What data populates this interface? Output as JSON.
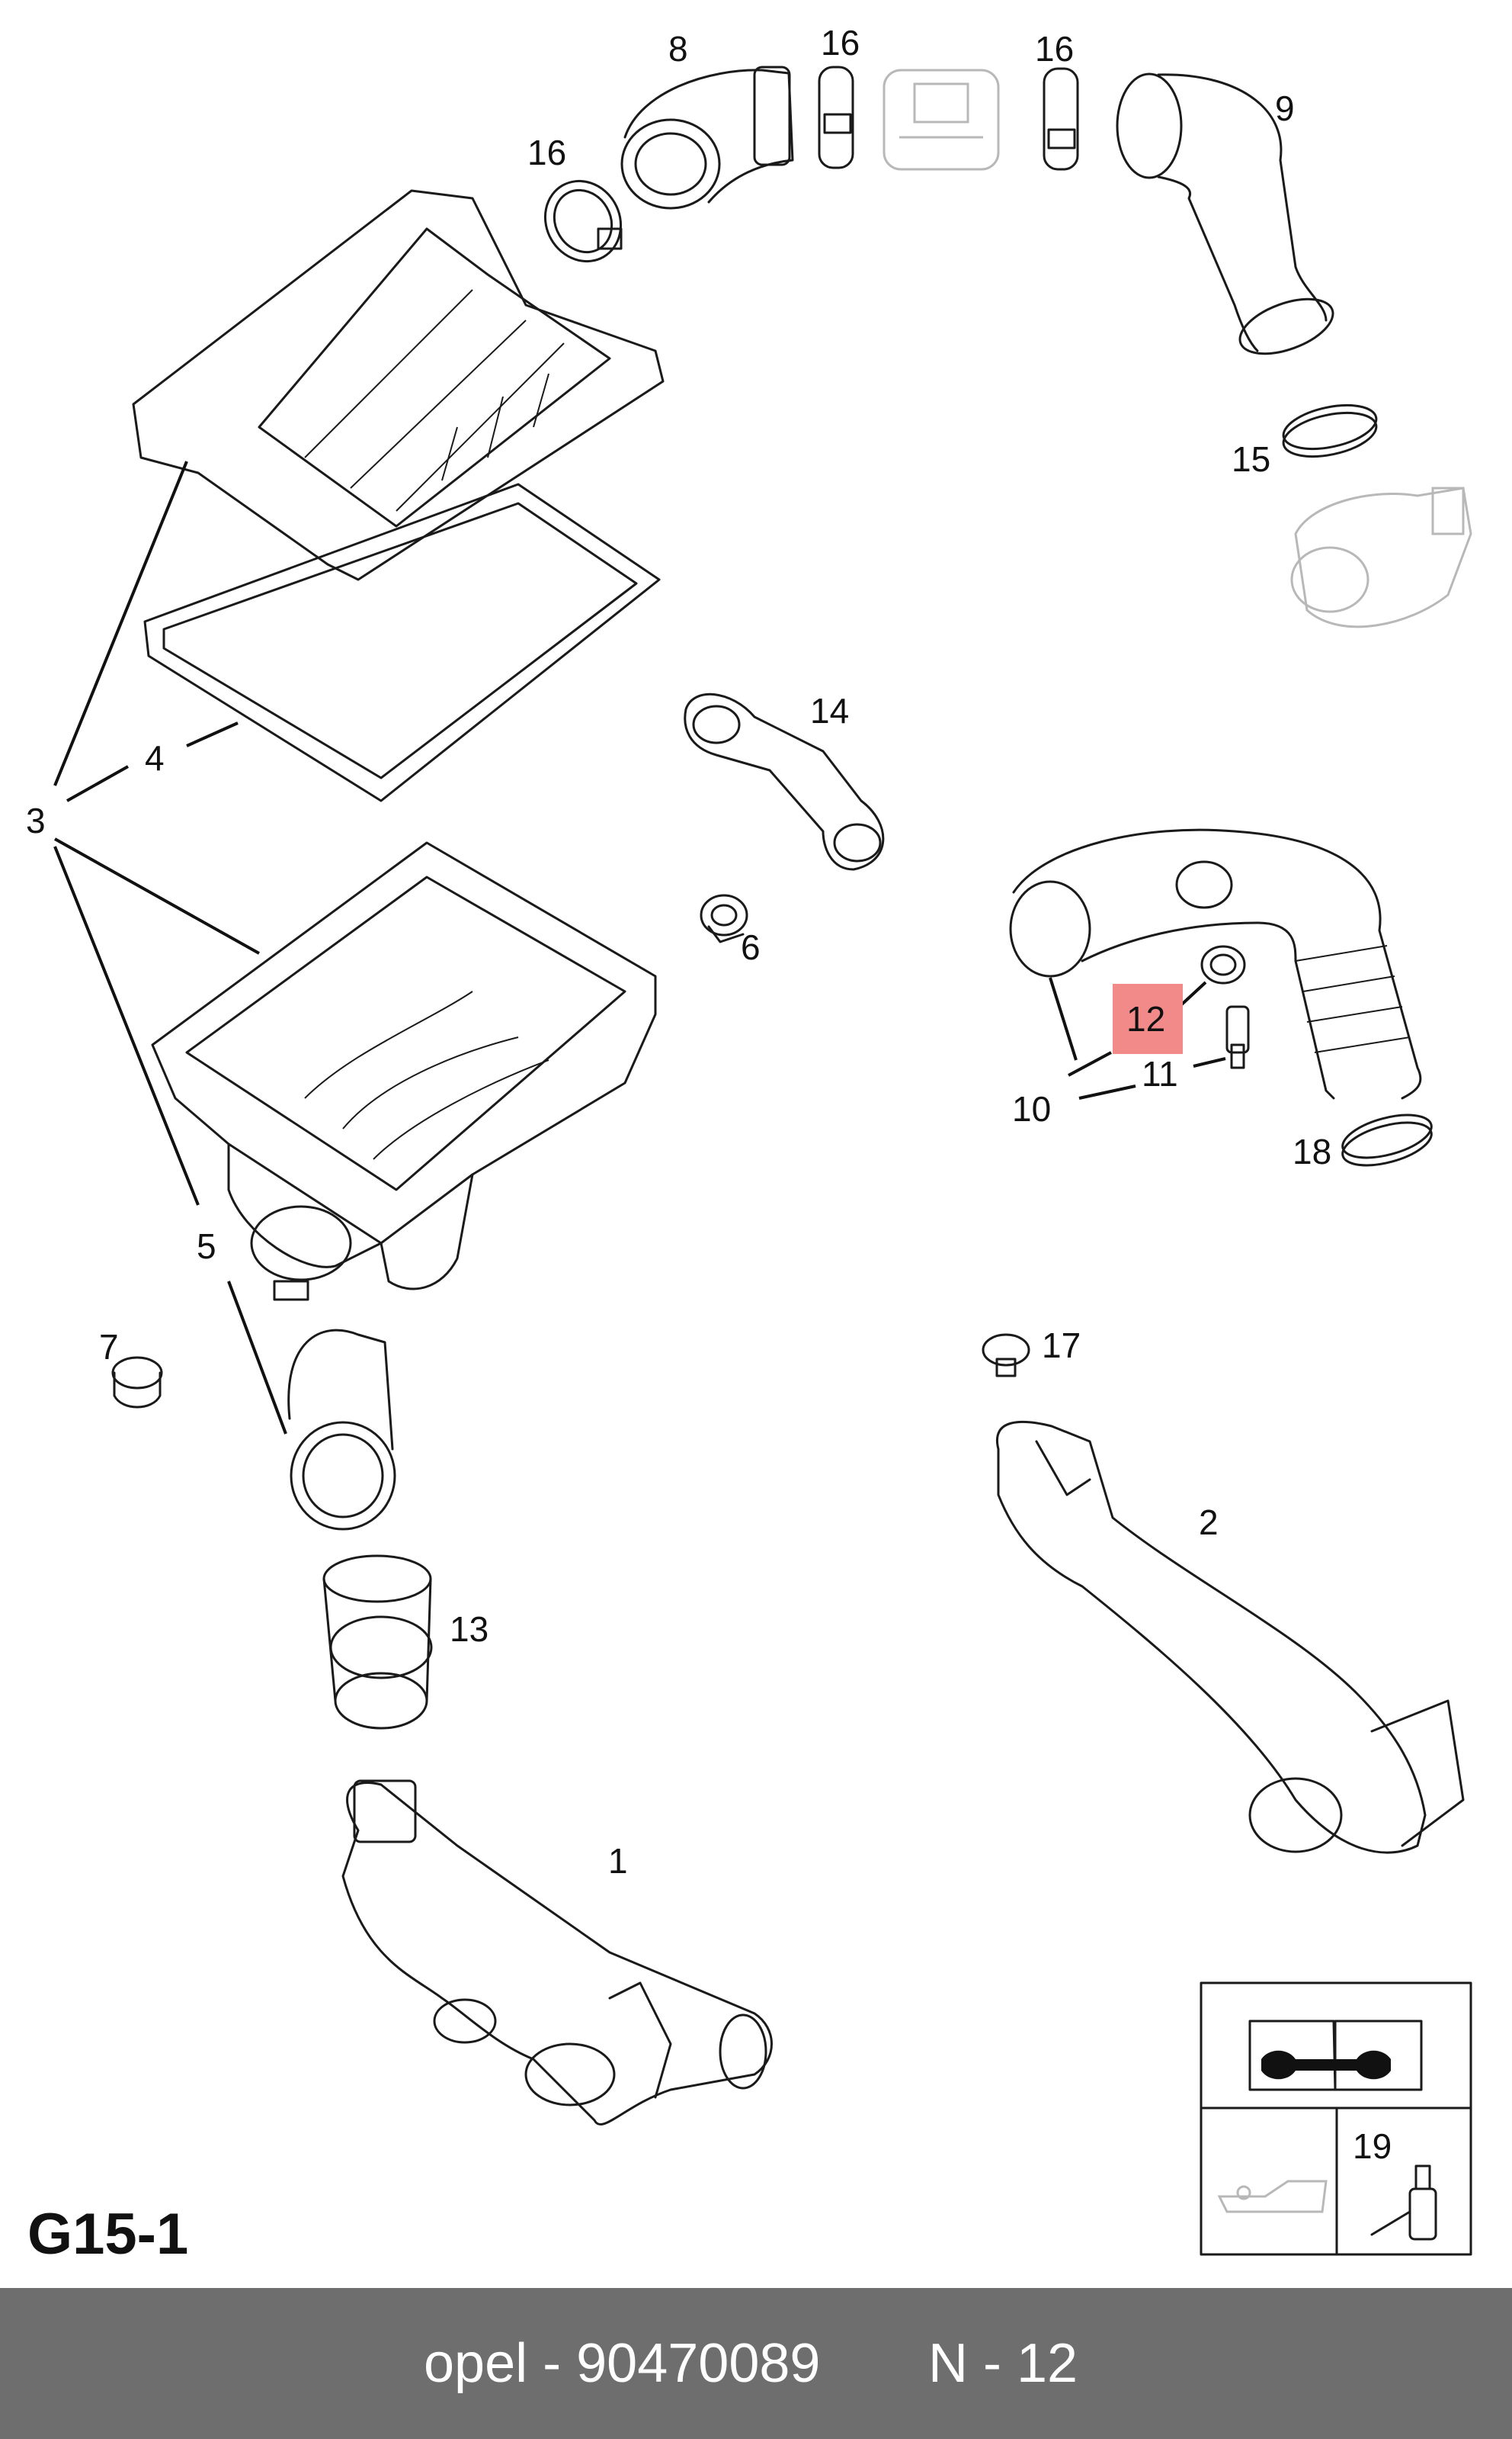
{
  "callouts": {
    "c1": "1",
    "c2": "2",
    "c3": "3",
    "c4": "4",
    "c5": "5",
    "c6": "6",
    "c7": "7",
    "c8": "8",
    "c9": "9",
    "c10": "10",
    "c11": "11",
    "c12": "12",
    "c13": "13",
    "c14": "14",
    "c15": "15",
    "c16a": "16",
    "c16b": "16",
    "c16c": "16",
    "c17": "17",
    "c18": "18",
    "c19": "19"
  },
  "highlight": {
    "callout": "12",
    "color": "#f28a8a"
  },
  "page_code": "G15-1",
  "footer": {
    "part_text": "opel - 90470089",
    "ref_text": "N - 12",
    "background": "#6e6e6e"
  },
  "icons": [
    "workshop-manual-icon",
    "oil-can-icon",
    "sealant-bottle-icon"
  ]
}
